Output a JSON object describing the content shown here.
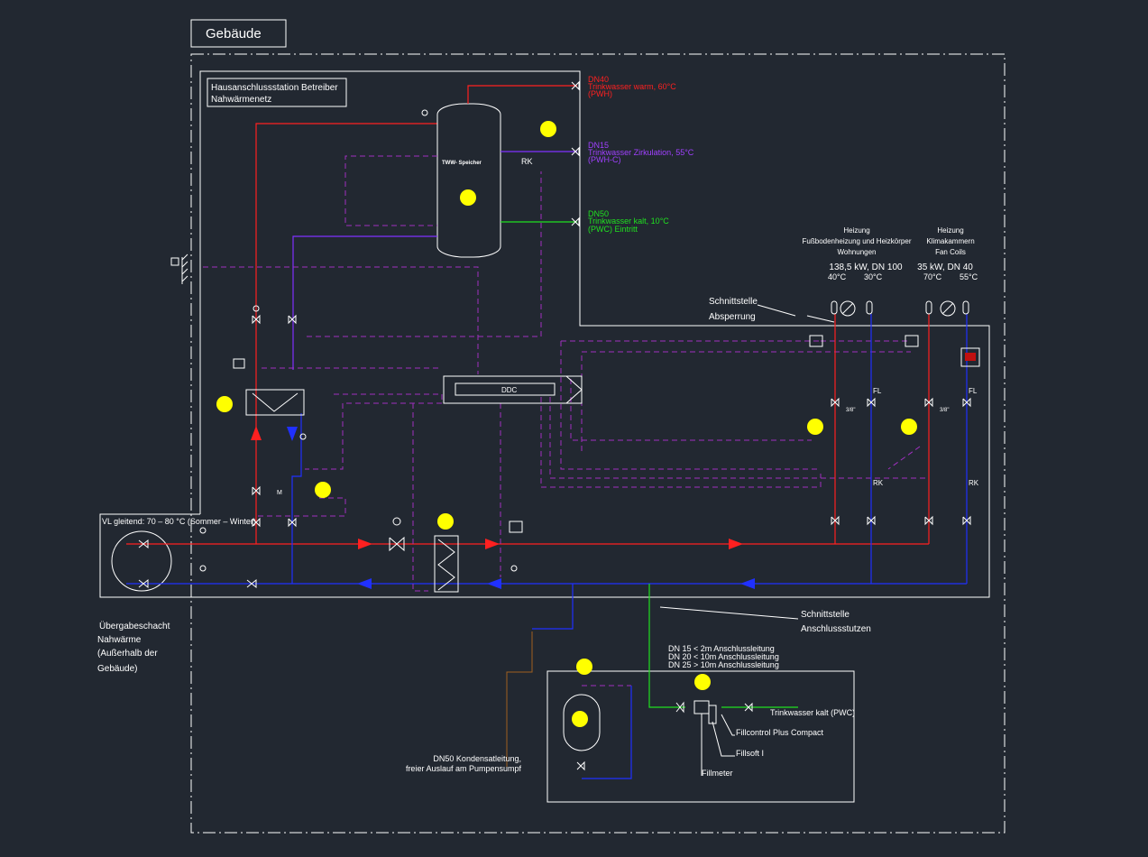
{
  "building_title": "Gebäude",
  "station_title_1": "Hausanschlussstation Betreiber",
  "station_title_2": "Nahwärmenetz",
  "storage_label": "TWW- Speicher",
  "rk_label": "RK",
  "ddc_label": "DDC",
  "pwh": {
    "dn": "DN40",
    "desc": "Trinkwasser warm, 60°C",
    "code": "(PWH)"
  },
  "pwhc": {
    "dn": "DN15",
    "desc": "Trinkwasser Zirkulation, 55°C",
    "code": "(PWH-C)"
  },
  "pwc": {
    "dn": "DN50",
    "desc": "Trinkwasser kalt, 10°C",
    "code": "(PWC) Eintritt"
  },
  "heating1": {
    "l1": "Heizung",
    "l2": "Fußbodenheizung und Heizkörper",
    "l3": "Wohnungen",
    "power": "138,5 kW, DN 100",
    "t1": "40°C",
    "t2": "30°C"
  },
  "heating2": {
    "l1": "Heizung",
    "l2": "Klimakammern",
    "l3": "Fan Coils",
    "power": "35 kW, DN 40",
    "t1": "70°C",
    "t2": "55°C"
  },
  "interface1": {
    "l1": "Schnittstelle",
    "l2": "Absperrung"
  },
  "interface2": {
    "l1": "Schnittstelle",
    "l2": "Anschlussstutzen"
  },
  "vl_label": "VL gleitend: 70 – 80 °C (Sommer – Winter)",
  "shaft": {
    "l1": "Übergabeschacht",
    "l2": "Nahwärme",
    "l3": "(Außerhalb der",
    "l4": "Gebäude)"
  },
  "dn_rules": [
    "DN 15 < 2m Anschlussleitung",
    "DN 20 < 10m Anschlussleitung",
    "DN 25 > 10m Anschlussleitung"
  ],
  "condensate": {
    "l1": "DN50 Kondensatleitung,",
    "l2": "freier Auslauf am Pumpensumpf"
  },
  "pwc_in": "Trinkwasser kalt (PWC)",
  "fillcontrol": "Fillcontrol Plus Compact",
  "fillsoft": "Fillsoft I",
  "fillmeter": "Fillmeter",
  "fl_label": "FL",
  "rk2_label": "RK",
  "size_38": "3/8\"",
  "m_label": "M",
  "colors": {
    "supply": "#ff2020",
    "return": "#2030ff",
    "control": "#a030c0",
    "dhw_circ": "#8030ff",
    "cold": "#20e020",
    "marker": "#ffff00"
  }
}
